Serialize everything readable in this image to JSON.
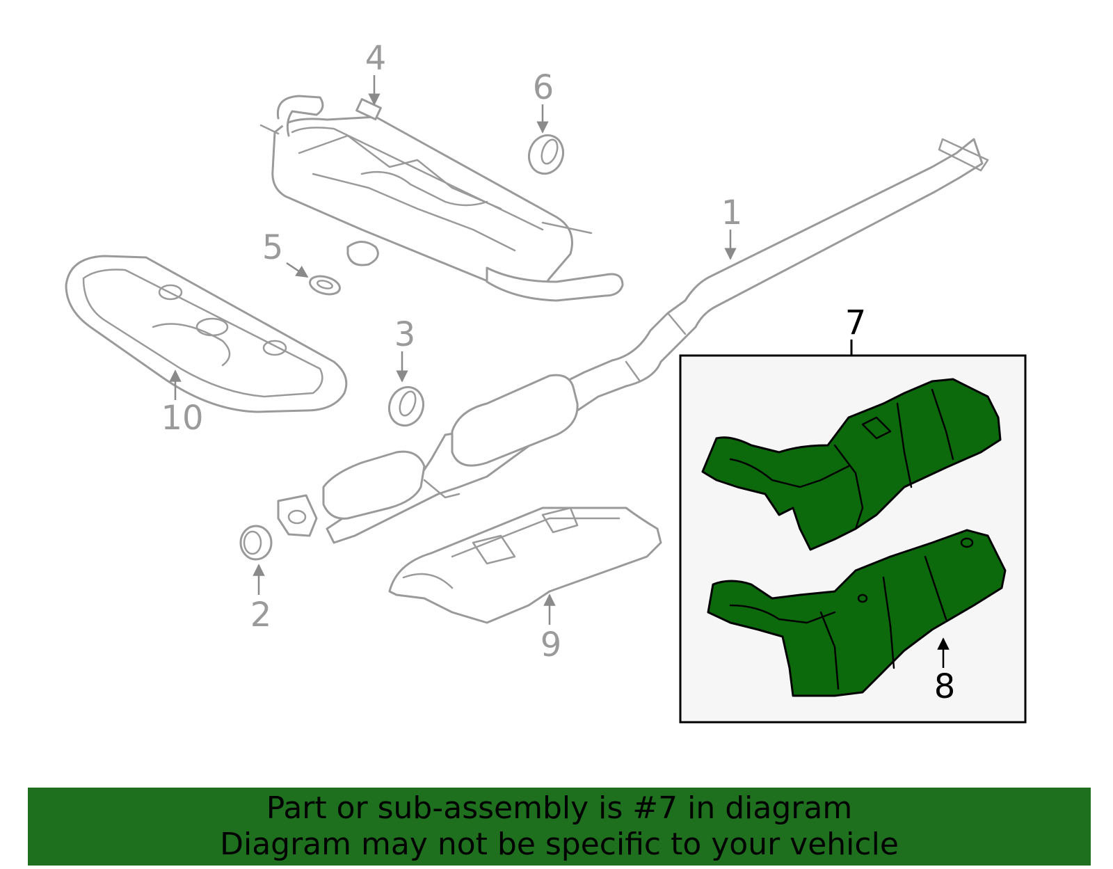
{
  "callouts": {
    "c1": "1",
    "c2": "2",
    "c3": "3",
    "c4": "4",
    "c5": "5",
    "c6": "6",
    "c7": "7",
    "c8": "8",
    "c9": "9",
    "c10": "10"
  },
  "highlight_color": "#0c6a0c",
  "banner": {
    "line1": "Part or sub-assembly is #7 in diagram",
    "line2": "Diagram may not be specific to your vehicle",
    "color": "#1e6f1e"
  }
}
